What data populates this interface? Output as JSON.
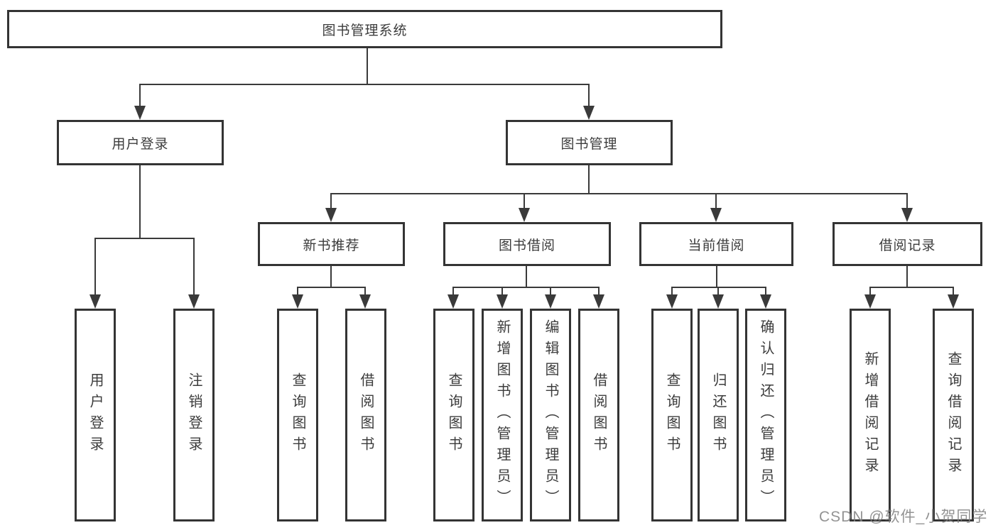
{
  "diagram": {
    "title": "图书管理系统",
    "level2": [
      {
        "id": "user-login",
        "label": "用户登录"
      },
      {
        "id": "book-management",
        "label": "图书管理"
      }
    ],
    "level3": [
      {
        "id": "new-book-recommend",
        "label": "新书推荐",
        "parent": "图书管理"
      },
      {
        "id": "book-borrowing",
        "label": "图书借阅",
        "parent": "图书管理"
      },
      {
        "id": "current-borrowing",
        "label": "当前借阅",
        "parent": "图书管理"
      },
      {
        "id": "borrowing-records",
        "label": "借阅记录",
        "parent": "图书管理"
      }
    ],
    "leaves": [
      {
        "parent": "用户登录",
        "label": "用户登录"
      },
      {
        "parent": "用户登录",
        "label": "注销登录"
      },
      {
        "parent": "新书推荐",
        "label": "查询图书"
      },
      {
        "parent": "新书推荐",
        "label": "借阅图书"
      },
      {
        "parent": "图书借阅",
        "label": "查询图书"
      },
      {
        "parent": "图书借阅",
        "label": "新增图书（管理员）"
      },
      {
        "parent": "图书借阅",
        "label": "编辑图书（管理员）"
      },
      {
        "parent": "图书借阅",
        "label": "借阅图书"
      },
      {
        "parent": "当前借阅",
        "label": "查询图书"
      },
      {
        "parent": "当前借阅",
        "label": "归还图书"
      },
      {
        "parent": "当前借阅",
        "label": "确认归还（管理员）"
      },
      {
        "parent": "借阅记录",
        "label": "新增借阅记录"
      },
      {
        "parent": "借阅记录",
        "label": "查询借阅记录"
      }
    ]
  },
  "watermark": {
    "text": "CSDN @软件_小贺同学"
  },
  "colors": {
    "line": "#3a3a3a",
    "box_border": "#343434",
    "text": "#3c3c3c",
    "background": "#ffffff",
    "watermark": "#808080"
  }
}
